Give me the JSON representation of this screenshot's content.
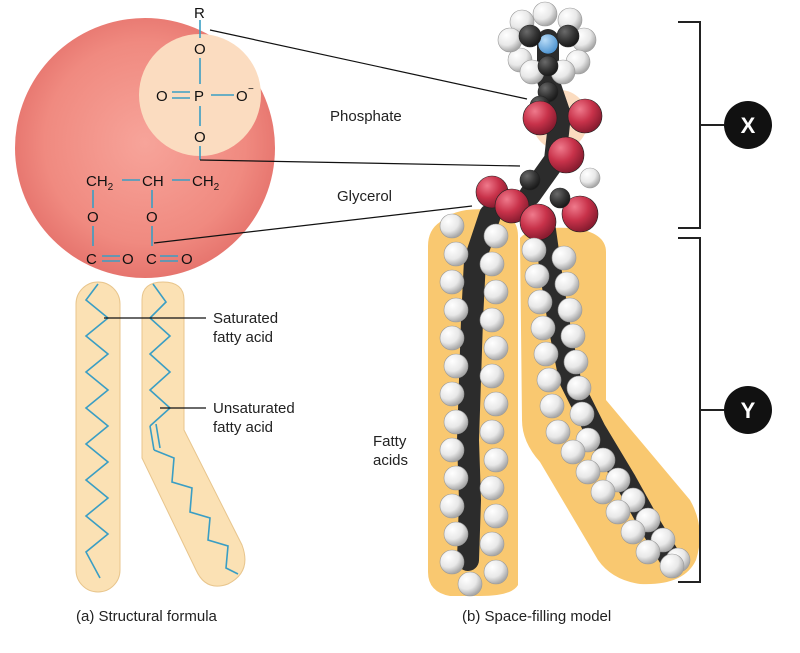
{
  "formula": {
    "r": "R",
    "o1": "O",
    "o_left": "O",
    "p": "P",
    "o_neg": "O",
    "neg_sign": "−",
    "o3": "O",
    "ch2_left": "CH",
    "ch2_left_sub": "2",
    "ch": "CH",
    "ch2_right": "CH",
    "ch2_right_sub": "2",
    "o_ester_left": "O",
    "o_ester_right": "O",
    "c_left": "C",
    "o_carbonyl_left": "O",
    "c_right": "C",
    "o_carbonyl_right": "O"
  },
  "labels": {
    "phosphate": "Phosphate",
    "glycerol": "Glycerol",
    "saturated_line1": "Saturated",
    "saturated_line2": "fatty acid",
    "unsaturated_line1": "Unsaturated",
    "unsaturated_line2": "fatty acid",
    "fatty_line1": "Fatty",
    "fatty_line2": "acids"
  },
  "captions": {
    "a": "(a) Structural formula",
    "b": "(b) Space-filling model"
  },
  "brackets": {
    "x": "X",
    "y": "Y"
  },
  "colors": {
    "head_circle": "#f08a80",
    "phosphate_circle": "#fbdcc0",
    "tail_fill": "#fbe1b4",
    "chain_blue": "#3a9ec4",
    "model_halo": "#f9c870",
    "oxygen_red": "#c8324a",
    "carbon_dark": "#3a3a3a",
    "hydrogen_white": "#f2f2f2",
    "nitrogen_blue": "#7ab6e6",
    "badge_black": "#111111"
  }
}
